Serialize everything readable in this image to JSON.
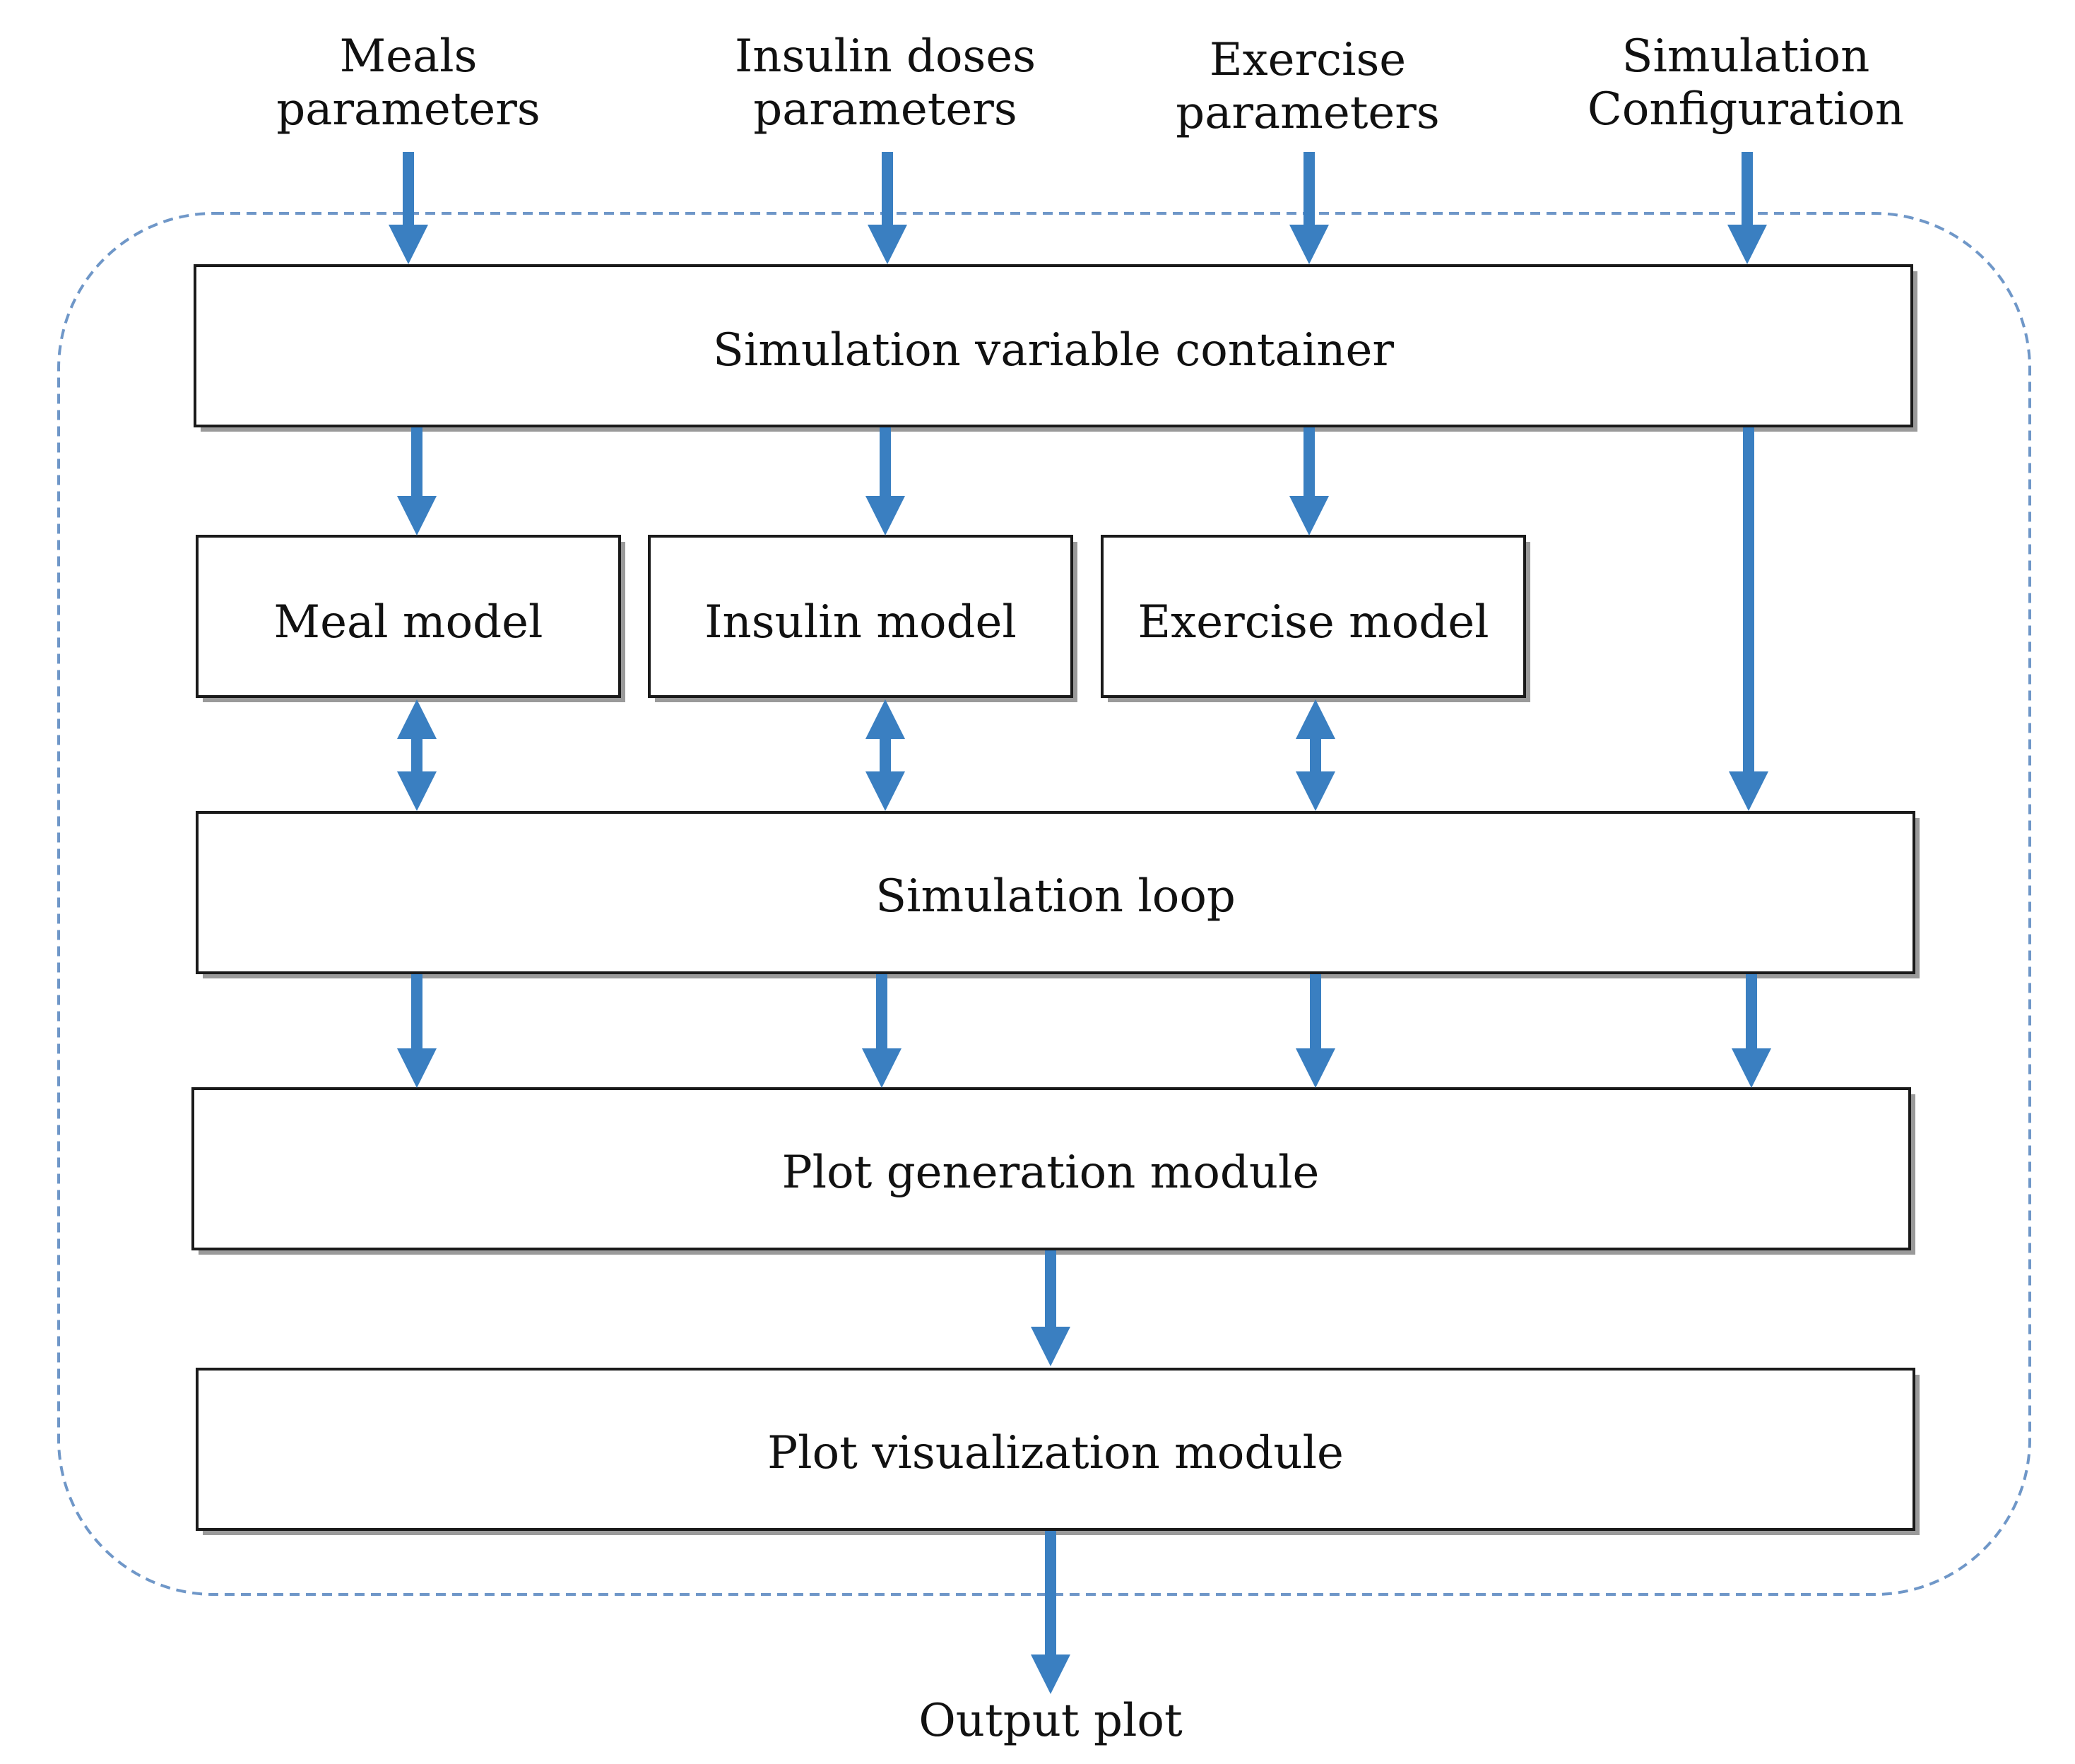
{
  "inputs": [
    {
      "line1": "Meals",
      "line2": "parameters"
    },
    {
      "line1": "Insulin doses",
      "line2": "parameters"
    },
    {
      "line1": "Exercise",
      "line2": "parameters"
    },
    {
      "line1": "Simulation",
      "line2": "Configuration"
    }
  ],
  "boxes": {
    "container": "Simulation variable container",
    "meal_model": "Meal model",
    "insulin_model": "Insulin model",
    "exercise_model": "Exercise model",
    "sim_loop": "Simulation loop",
    "plot_generation": "Plot generation module",
    "plot_visualization": "Plot visualization module"
  },
  "output": "Output plot",
  "colors": {
    "arrow": "#3a7fc1",
    "boundary": "#6f97c8",
    "box_border": "#1a1a1a"
  }
}
